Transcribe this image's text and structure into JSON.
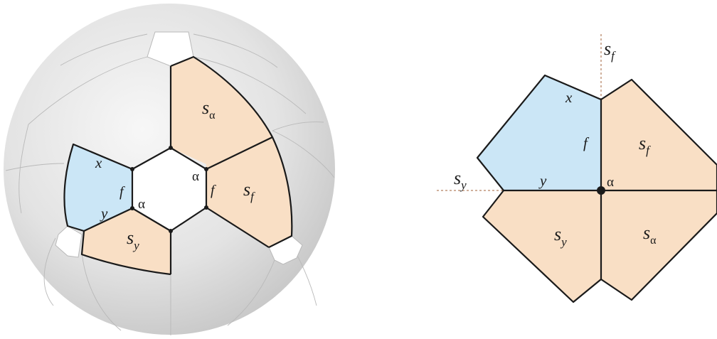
{
  "colors": {
    "blue_face": "#cbe6f6",
    "peach_face": "#f9dfc5",
    "white_face": "#ffffff",
    "sphere_light": "#f4f4f4",
    "sphere_dark": "#c6c6c6",
    "edge": "#1a1a1a",
    "guide": "#a0603a"
  },
  "sphere": {
    "labels": {
      "x": "x",
      "f_left": "f",
      "y": "y",
      "alpha_left": "α",
      "alpha_right": "α",
      "f_right": "f",
      "s_base": "s",
      "sub_alpha": "α",
      "sub_f": "f",
      "sub_y": "y"
    }
  },
  "flat": {
    "labels": {
      "x": "x",
      "f": "f",
      "y": "y",
      "alpha": "α",
      "s_base": "s",
      "sub_f": "f",
      "sub_y": "y",
      "sub_alpha": "α"
    }
  }
}
